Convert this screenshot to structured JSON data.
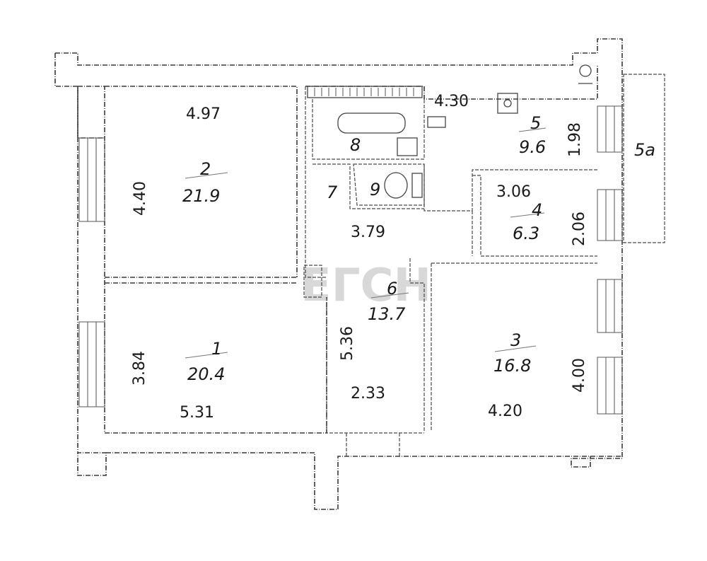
{
  "watermark": "ЕГСН",
  "rooms": [
    {
      "number": "1",
      "area": "20.4"
    },
    {
      "number": "2",
      "area": "21.9"
    },
    {
      "number": "3",
      "area": "16.8"
    },
    {
      "number": "4",
      "area": "6.3"
    },
    {
      "number": "5",
      "area": "9.6"
    },
    {
      "number": "6",
      "area": "13.7"
    },
    {
      "number": "7"
    },
    {
      "number": "8"
    },
    {
      "number": "9"
    },
    {
      "number": "5а"
    }
  ],
  "dimensions": {
    "room2_width": "4.97",
    "room2_height": "4.40",
    "room1_height": "3.84",
    "room1_width": "5.31",
    "room6_height": "5.36",
    "room6_width": "2.33",
    "hall_width": "3.79",
    "room5_width": "4.30",
    "room5_height": "1.98",
    "room4_width": "3.06",
    "room4_height": "2.06",
    "room3_height": "4.00",
    "room3_width": "4.20"
  }
}
